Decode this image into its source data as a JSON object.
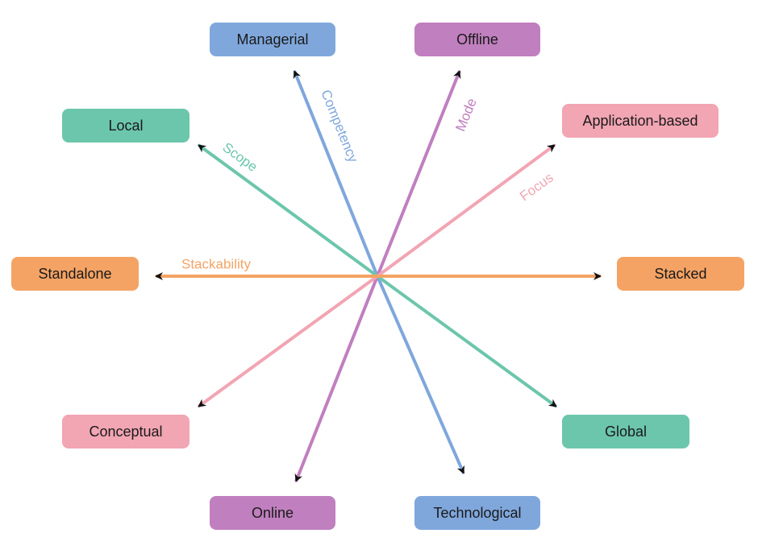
{
  "colors": {
    "competency": "#7fa7dc",
    "mode": "#c07fbf",
    "focus": "#f2a5b3",
    "scope": "#6cc6ac",
    "stackability": "#f4a364",
    "arrowhead": "#111111"
  },
  "dimensions": [
    {
      "key": "competency",
      "label": "Competency",
      "ends": [
        {
          "key": "managerial",
          "label": "Managerial"
        },
        {
          "key": "technological",
          "label": "Technological"
        }
      ]
    },
    {
      "key": "mode",
      "label": "Mode",
      "ends": [
        {
          "key": "offline",
          "label": "Offline"
        },
        {
          "key": "online",
          "label": "Online"
        }
      ]
    },
    {
      "key": "focus",
      "label": "Focus",
      "ends": [
        {
          "key": "application-based",
          "label": "Application-based"
        },
        {
          "key": "conceptual",
          "label": "Conceptual"
        }
      ]
    },
    {
      "key": "scope",
      "label": "Scope",
      "ends": [
        {
          "key": "local",
          "label": "Local"
        },
        {
          "key": "global",
          "label": "Global"
        }
      ]
    },
    {
      "key": "stackability",
      "label": "Stackability",
      "ends": [
        {
          "key": "standalone",
          "label": "Standalone"
        },
        {
          "key": "stacked",
          "label": "Stacked"
        }
      ]
    }
  ]
}
